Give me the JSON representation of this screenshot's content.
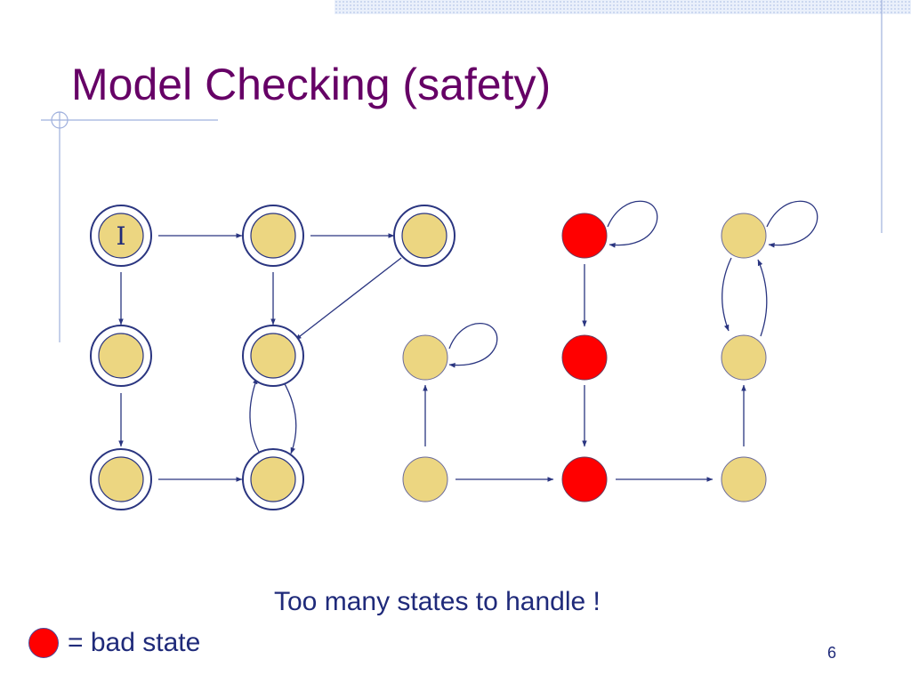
{
  "slide": {
    "title": "Model Checking (safety)",
    "caption": "Too many states to handle !",
    "legend_label": "= bad state",
    "page_number": "6"
  },
  "colors": {
    "title": "#660066",
    "text": "#1f2a7a",
    "good_state_fill": "#ecd681",
    "bad_state_fill": "#ff0000",
    "edge": "#2a3580",
    "reachable_ring": "#2a3580"
  },
  "graph": {
    "node_types": {
      "initial": "initial state",
      "reachable": "reachable state",
      "good": "unreachable good state",
      "bad": "bad state"
    },
    "initial_label": "I",
    "nodes": [
      {
        "id": "n1",
        "kind": "initial",
        "label": "I"
      },
      {
        "id": "n2",
        "kind": "reachable"
      },
      {
        "id": "n3",
        "kind": "reachable"
      },
      {
        "id": "n4",
        "kind": "reachable"
      },
      {
        "id": "n5",
        "kind": "reachable"
      },
      {
        "id": "n6",
        "kind": "reachable"
      },
      {
        "id": "n7",
        "kind": "reachable"
      },
      {
        "id": "n8",
        "kind": "good"
      },
      {
        "id": "n9",
        "kind": "good"
      },
      {
        "id": "n10",
        "kind": "bad"
      },
      {
        "id": "n11",
        "kind": "bad"
      },
      {
        "id": "n12",
        "kind": "bad"
      },
      {
        "id": "n13",
        "kind": "good"
      },
      {
        "id": "n14",
        "kind": "good"
      },
      {
        "id": "n15",
        "kind": "good"
      }
    ],
    "edges": [
      {
        "from": "n1",
        "to": "n2"
      },
      {
        "from": "n2",
        "to": "n3"
      },
      {
        "from": "n1",
        "to": "n4"
      },
      {
        "from": "n2",
        "to": "n5"
      },
      {
        "from": "n3",
        "to": "n5"
      },
      {
        "from": "n4",
        "to": "n6"
      },
      {
        "from": "n6",
        "to": "n7"
      },
      {
        "from": "n7",
        "to": "n5"
      },
      {
        "from": "n5",
        "to": "n7"
      },
      {
        "from": "n8",
        "to": "n8"
      },
      {
        "from": "n9",
        "to": "n8"
      },
      {
        "from": "n9",
        "to": "n12"
      },
      {
        "from": "n10",
        "to": "n10"
      },
      {
        "from": "n10",
        "to": "n11"
      },
      {
        "from": "n11",
        "to": "n12"
      },
      {
        "from": "n12",
        "to": "n15"
      },
      {
        "from": "n15",
        "to": "n14"
      },
      {
        "from": "n13",
        "to": "n13"
      },
      {
        "from": "n13",
        "to": "n14"
      },
      {
        "from": "n14",
        "to": "n13"
      }
    ]
  }
}
